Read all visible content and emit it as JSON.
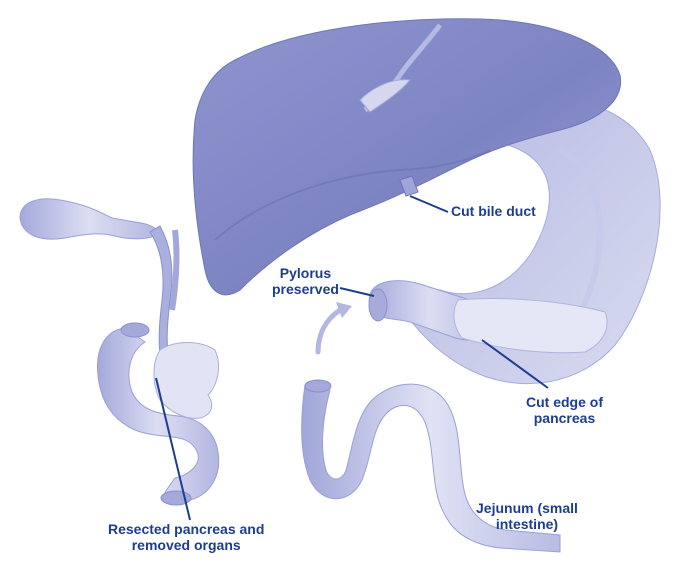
{
  "labels": {
    "bile_duct": "Cut bile duct",
    "pylorus": "Pylorus\npreserved",
    "pancreas_edge": "Cut edge of\npancreas",
    "jejunum": "Jejunum (small\nintestine)",
    "resected": "Resected pancreas and\nremoved organs"
  },
  "colors": {
    "organ_light": "#c9cbe8",
    "organ_mid": "#a9aedb",
    "organ_dark": "#7f86c4",
    "leader_line": "#1d3d8f",
    "label_text": "#1d3d8f"
  }
}
